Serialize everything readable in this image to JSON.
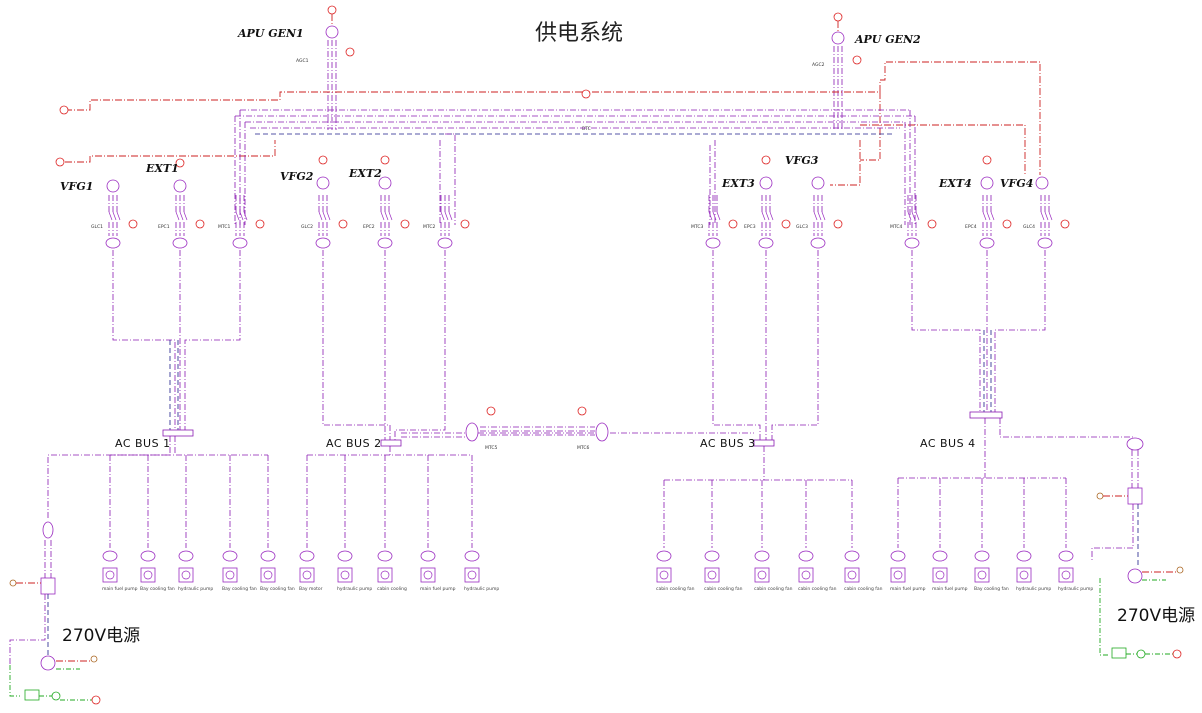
{
  "title": "供电系统",
  "apu_generators": [
    {
      "name": "APU GEN1",
      "contactor": "AGC1"
    },
    {
      "name": "APU GEN2",
      "contactor": "AGC2"
    }
  ],
  "bus_tie": "BTC",
  "top_units": [
    {
      "name": "VFG1"
    },
    {
      "name": "EXT1"
    },
    {
      "name": ""
    },
    {
      "name": "VFG2"
    },
    {
      "name": "EXT2"
    },
    {
      "name": ""
    },
    {
      "name": "EXT3"
    },
    {
      "name": "VFG3"
    },
    {
      "name": ""
    },
    {
      "name": "EXT4"
    },
    {
      "name": "VFG4"
    },
    {
      "name": ""
    }
  ],
  "contactors": [
    "GLC1",
    "EPC1",
    "MTC1",
    "GLC2",
    "EPC2",
    "MTC2",
    "MTC3",
    "EPC3",
    "GLC3",
    "MTC4",
    "EPC4",
    "GLC4"
  ],
  "ac_buses": [
    "AC BUS 1",
    "AC BUS 2",
    "AC BUS 3",
    "AC BUS 4"
  ],
  "mid_ties": [
    "MTC5",
    "MTC6"
  ],
  "loads": {
    "group1": [
      "main fuel pump",
      "Bay cooling fan",
      "hydraulic pump",
      "Bay cooling fan",
      "Bay cooling fan"
    ],
    "group2": [
      "Bay motor",
      "hydraulic pump",
      "cabin cooling",
      "main fuel pump",
      "hydraulic pump"
    ],
    "group3": [
      "cabin cooling fan",
      "cabin cooling fan",
      "cabin cooling fan",
      "cabin cooling fan",
      "cabin cooling fan"
    ],
    "group4": [
      "main fuel pump",
      "main fuel pump",
      "Bay cooling fan",
      "hydraulic pump",
      "hydraulic pump"
    ]
  },
  "power_supply_label": "270V电源",
  "colors": {
    "wire": "#8a1bb3",
    "control": "#cc2222",
    "ground": "#22aa22"
  },
  "icons": [
    "generator-icon",
    "contactor-icon",
    "converter-icon",
    "motor-load-icon",
    "fan-load-icon",
    "breaker-icon"
  ]
}
